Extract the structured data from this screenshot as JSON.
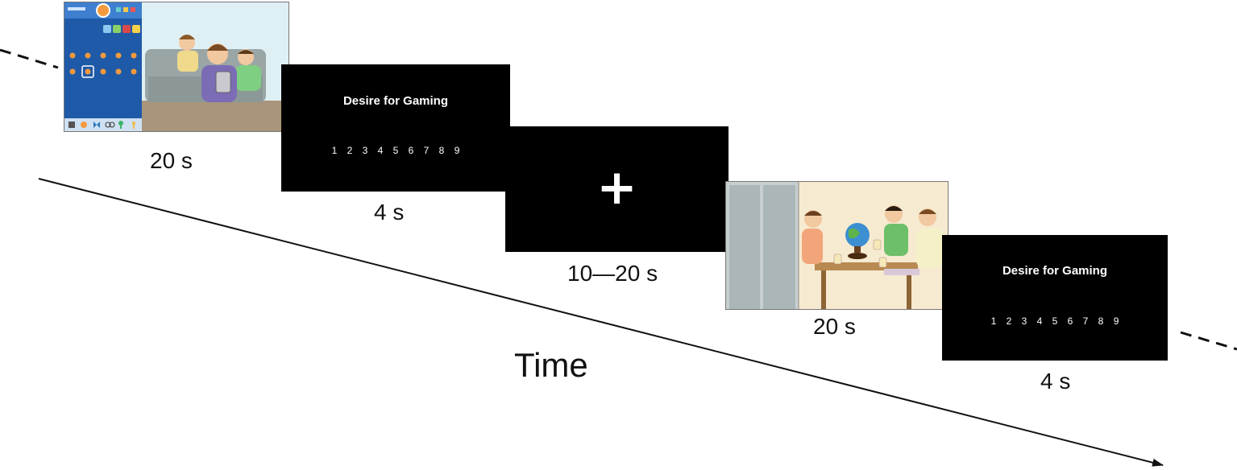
{
  "timeline": {
    "axis_label": "Time",
    "trials": [
      {
        "kind": "image",
        "scene": "gaming-scene",
        "duration": "20 s"
      },
      {
        "kind": "rating",
        "prompt": "Desire for Gaming",
        "scale": "1 2 3 4 5 6 7 8 9",
        "duration": "4 s"
      },
      {
        "kind": "fixation",
        "symbol": "+",
        "duration": "10—20 s"
      },
      {
        "kind": "image",
        "scene": "neutral-table-scene",
        "duration": "20 s"
      },
      {
        "kind": "rating",
        "prompt": "Desire for Gaming",
        "scale": "1 2 3 4 5 6 7 8 9",
        "duration": "4 s"
      }
    ]
  },
  "colors": {
    "screen_bg": "#000000",
    "text_on_screen": "#ffffff",
    "game_panel": "#1f5aa8",
    "wall": "#dff0f5",
    "floor": "#a8957c",
    "sofa": "#9aa6a5",
    "room_wall": "#f6ead0",
    "table": "#b88a52",
    "door": "#aab6b8"
  }
}
